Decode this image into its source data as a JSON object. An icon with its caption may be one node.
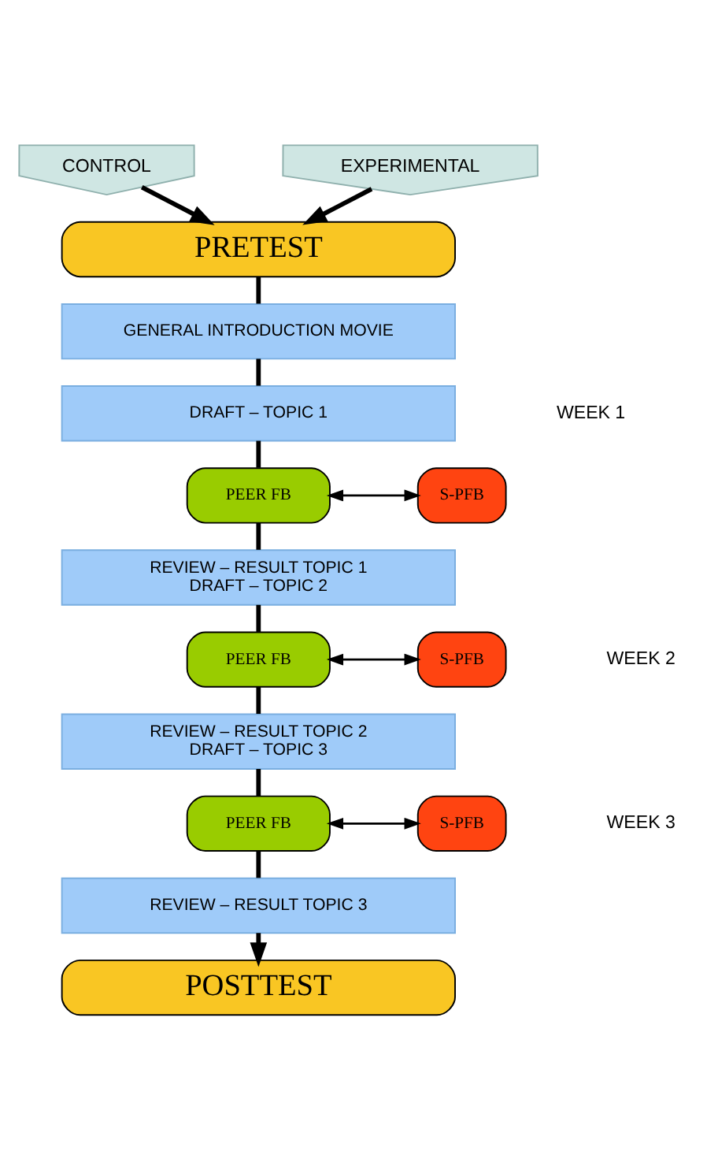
{
  "diagram": {
    "nodes": [
      {
        "text": [
          "CONTROL"
        ]
      },
      {
        "text": [
          "EXPERIMENTAL"
        ]
      },
      {
        "text": [
          "PRETEST"
        ]
      },
      {
        "text": [
          "GENERAL INTRODUCTION MOVIE"
        ]
      },
      {
        "text": [
          "DRAFT – TOPIC 1"
        ]
      },
      {
        "text": [
          "PEER FB"
        ]
      },
      {
        "text": [
          "S-PFB"
        ]
      },
      {
        "text": [
          "REVIEW – RESULT TOPIC 1",
          "DRAFT – TOPIC 2"
        ]
      },
      {
        "text": [
          "PEER FB"
        ]
      },
      {
        "text": [
          "S-PFB"
        ]
      },
      {
        "text": [
          "REVIEW – RESULT TOPIC 2",
          "DRAFT – TOPIC 3"
        ]
      },
      {
        "text": [
          "PEER FB"
        ]
      },
      {
        "text": [
          "S-PFB"
        ]
      },
      {
        "text": [
          "REVIEW – RESULT TOPIC 3"
        ]
      },
      {
        "text": [
          "POSTTEST"
        ]
      }
    ],
    "edges": [
      {
        "from": 0,
        "to": 2,
        "arrow": "to"
      },
      {
        "from": 1,
        "to": 2,
        "arrow": "to"
      },
      {
        "from": 2,
        "to": 3,
        "arrow": "none"
      },
      {
        "from": 3,
        "to": 4,
        "arrow": "none"
      },
      {
        "from": 4,
        "to": 5,
        "arrow": "none"
      },
      {
        "from": 5,
        "to": 6,
        "arrow": "both"
      },
      {
        "from": 5,
        "to": 7,
        "arrow": "none"
      },
      {
        "from": 7,
        "to": 8,
        "arrow": "none"
      },
      {
        "from": 8,
        "to": 9,
        "arrow": "both"
      },
      {
        "from": 8,
        "to": 10,
        "arrow": "none"
      },
      {
        "from": 10,
        "to": 11,
        "arrow": "none"
      },
      {
        "from": 11,
        "to": 12,
        "arrow": "both"
      },
      {
        "from": 11,
        "to": 13,
        "arrow": "none"
      },
      {
        "from": 13,
        "to": 14,
        "arrow": "to"
      }
    ],
    "labels": [
      "WEEK 1",
      "WEEK 2",
      "WEEK 3"
    ]
  }
}
